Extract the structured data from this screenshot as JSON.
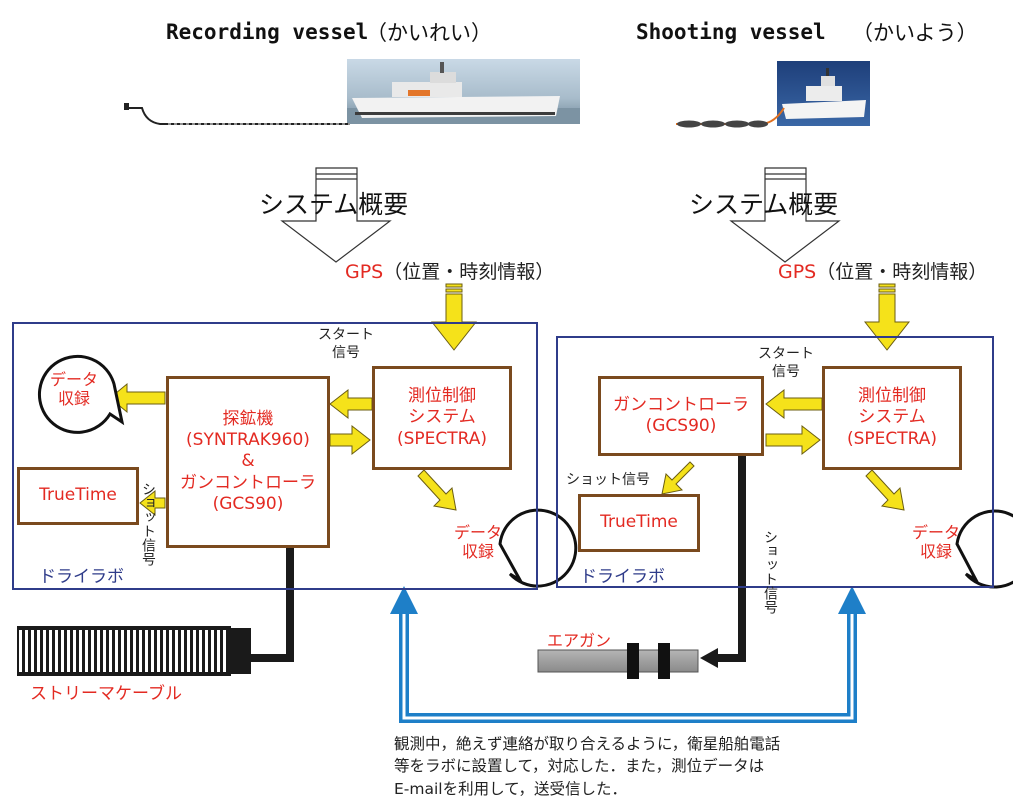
{
  "recording": {
    "title_en": "Recording vessel",
    "title_ja": "（かいれい）",
    "header": "システム概要",
    "gps": "GPS",
    "gps_info": "（位置・時刻情報）",
    "start_signal": [
      "スタート",
      "信号"
    ],
    "positioning_box": [
      "測位制御",
      "システム",
      "(SPECTRA)"
    ],
    "main_box": [
      "探鉱機",
      "(SYNTRAK960)",
      "&",
      "ガンコントローラ",
      "(GCS90)"
    ],
    "data_bubble_left": [
      "データ",
      "収録"
    ],
    "data_bubble_right": [
      "データ",
      "収録"
    ],
    "truetime": "TrueTime",
    "shot_signal": "ショット信号",
    "drylab": "ドライラボ",
    "streamer": "ストリーマケーブル"
  },
  "shooting": {
    "title_en": "Shooting vessel",
    "title_ja": "（かいよう）",
    "header": "システム概要",
    "gps": "GPS",
    "gps_info": "（位置・時刻情報）",
    "start_signal": [
      "スタート",
      "信号"
    ],
    "positioning_box": [
      "測位制御",
      "システム",
      "(SPECTRA)"
    ],
    "gun_box": [
      "ガンコントローラ",
      "(GCS90)"
    ],
    "shot_signal": "ショット信号",
    "shot_signal_vertical": "ショット信号",
    "truetime": "TrueTime",
    "data_bubble": [
      "データ",
      "収録"
    ],
    "drylab": "ドライラボ",
    "airgun": "エアガン"
  },
  "note": [
    "観測中，絶えず連絡が取り合えるように，衛星船舶電話",
    "等をラボに設置して，対応した．また，測位データは",
    "E-mailを利用して，送受信した．"
  ],
  "colors": {
    "box_border": "#7a4a1e",
    "lab_border": "#2f3c8a",
    "yellow_arrow": "#f5e21a",
    "blue_arrow": "#1e7fc8",
    "label_red": "#e32a22"
  }
}
